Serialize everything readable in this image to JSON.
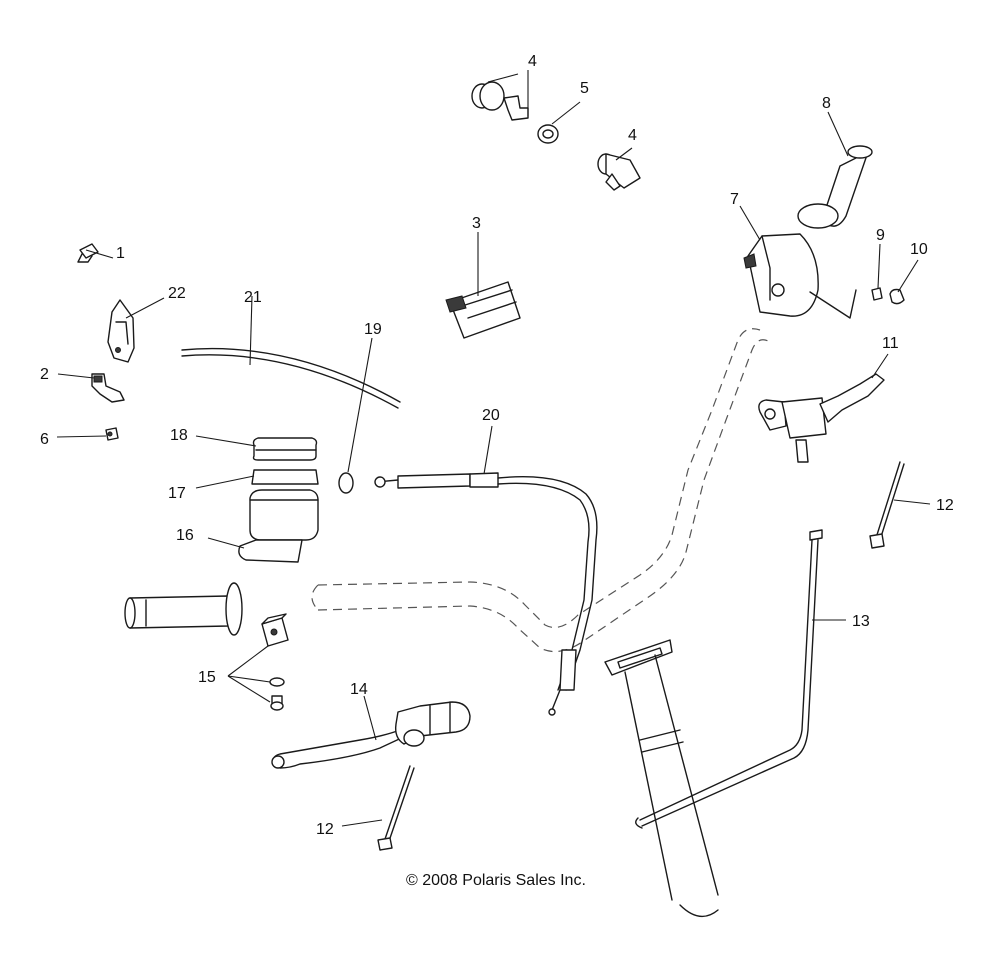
{
  "callouts": {
    "c1": "1",
    "c2": "2",
    "c3": "3",
    "c4a": "4",
    "c4b": "4",
    "c5": "5",
    "c6": "6",
    "c7": "7",
    "c8": "8",
    "c9": "9",
    "c10": "10",
    "c11": "11",
    "c12a": "12",
    "c12b": "12",
    "c13": "13",
    "c14": "14",
    "c15": "15",
    "c16": "16",
    "c17": "17",
    "c18": "18",
    "c19": "19",
    "c20": "20",
    "c21": "21",
    "c22": "22"
  },
  "copyright": "© 2008 Polaris Sales Inc."
}
